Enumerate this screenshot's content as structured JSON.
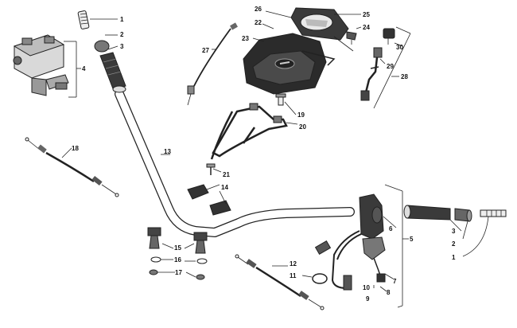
{
  "diagram": {
    "callouts": {
      "c1a": "1",
      "c2a": "2",
      "c3a": "3",
      "c4": "4",
      "c1b": "1",
      "c2b": "2",
      "c3b": "3",
      "c5": "5",
      "c6": "6",
      "c7": "7",
      "c8": "8",
      "c9": "9",
      "c10": "10",
      "c11": "11",
      "c12": "12",
      "c13": "13",
      "c14": "14",
      "c15": "15",
      "c16": "16",
      "c17": "17",
      "c18": "18",
      "c19": "19",
      "c20": "20",
      "c21": "21",
      "c22": "22",
      "c23": "23",
      "c24": "24",
      "c25": "25",
      "c26": "26",
      "c27": "27",
      "c28": "28",
      "c29": "29",
      "c30": "30"
    }
  }
}
